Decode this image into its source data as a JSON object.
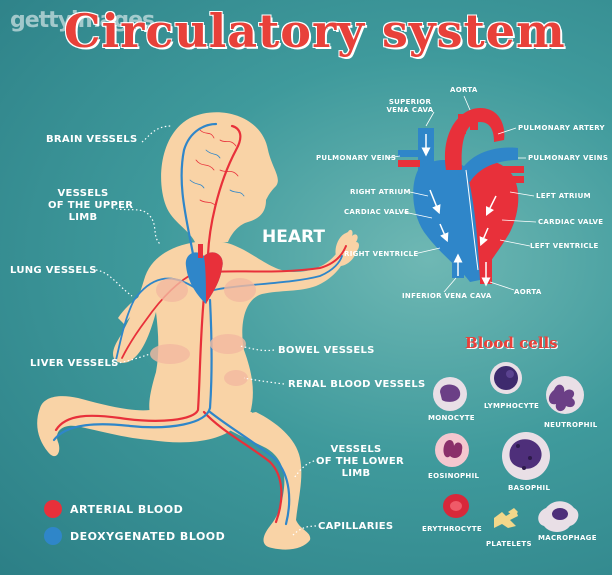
{
  "watermark": "gettyimages",
  "title": "Circulatory system",
  "body_labels": {
    "brain_vessels": "BRAIN VESSELS",
    "upper_limb_1": "VESSELS",
    "upper_limb_2": "OF THE UPPER",
    "upper_limb_3": "LIMB",
    "lung_vessels": "LUNG VESSELS",
    "liver_vessels": "LIVER VESSELS",
    "heart": "HEART",
    "bowel_vessels": "BOWEL VESSELS",
    "renal_vessels": "RENAL BLOOD VESSELS",
    "lower_limb_1": "VESSELS",
    "lower_limb_2": "OF THE LOWER",
    "lower_limb_3": "LIMB",
    "capillaries": "CAPILLARIES"
  },
  "heart_labels": {
    "svc_1": "SUPERIOR",
    "svc_2": "VENA CAVA",
    "aorta_top": "AORTA",
    "pulmonary_artery": "PULMONARY ARTERY",
    "pulmonary_veins_left": "PULMONARY VEINS",
    "pulmonary_veins_right": "PULMONARY VEINS",
    "right_atrium": "RIGHT ATRIUM",
    "left_atrium": "LEFT ATRIUM",
    "cardiac_valve_left": "CARDIAC VALVE",
    "cardiac_valve_right": "CARDIAC VALVE",
    "right_ventricle": "RIGHT VENTRICLE",
    "left_ventricle": "LEFT VENTRICLE",
    "ivc": "INFERIOR VENA CAVA",
    "aorta_bottom": "AORTA"
  },
  "blood_cells": {
    "title": "Blood cells",
    "monocyte": "MONOCYTE",
    "lymphocyte": "LYMPHOCYTE",
    "neutrophil": "NEUTROPHIL",
    "eosinophil": "EOSINOPHIL",
    "basophil": "BASOPHIL",
    "erythrocyte": "ERYTHROCYTE",
    "platelets": "PLATELETS",
    "macrophage": "MACROPHAGE"
  },
  "legend": {
    "arterial": "ARTERIAL BLOOD",
    "deoxygenated": "DEOXYGENATED BLOOD"
  },
  "colors": {
    "arterial": "#e8303a",
    "venous": "#2f86c9",
    "skin": "#f9d3a6",
    "title": "#e8413a"
  }
}
